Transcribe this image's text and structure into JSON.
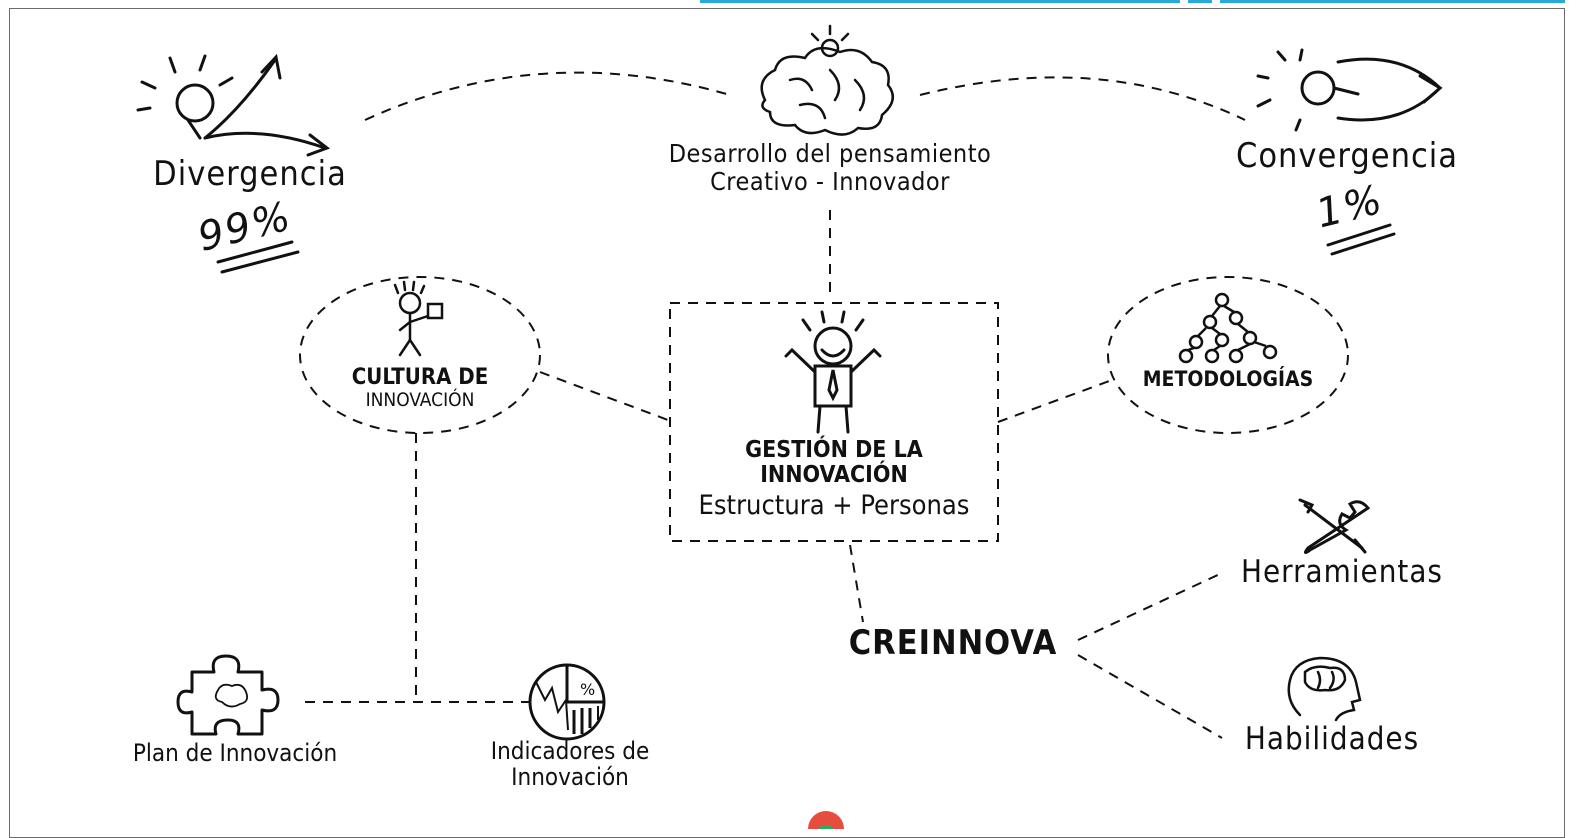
{
  "diagram": {
    "divergence": {
      "label": "Divergencia",
      "percent": "99%"
    },
    "center_top": {
      "line1": "Desarrollo del pensamiento",
      "line2": "Creativo - Innovador"
    },
    "convergence": {
      "label": "Convergencia",
      "percent": "1%"
    },
    "culture": {
      "line1": "CULTURA DE",
      "line2": "INNOVACIÓN"
    },
    "management": {
      "line1": "GESTIÓN DE LA",
      "line2": "INNOVACIÓN",
      "line3": "Estructura + Personas"
    },
    "methodologies": {
      "label": "METODOLOGÍAS"
    },
    "tools": {
      "label": "Herramientas"
    },
    "skills": {
      "label": "Habilidades"
    },
    "creinnova": {
      "label": "CREINNOVA"
    },
    "plan": {
      "label": "Plan de Innovación"
    },
    "indicators": {
      "line1": "Indicadores de",
      "line2": "Innovación"
    },
    "indicator_icon_text": "%"
  },
  "colors": {
    "ink": "#111111",
    "accent_bar": "#2aa8d8",
    "frame": "#6b6b6b"
  }
}
